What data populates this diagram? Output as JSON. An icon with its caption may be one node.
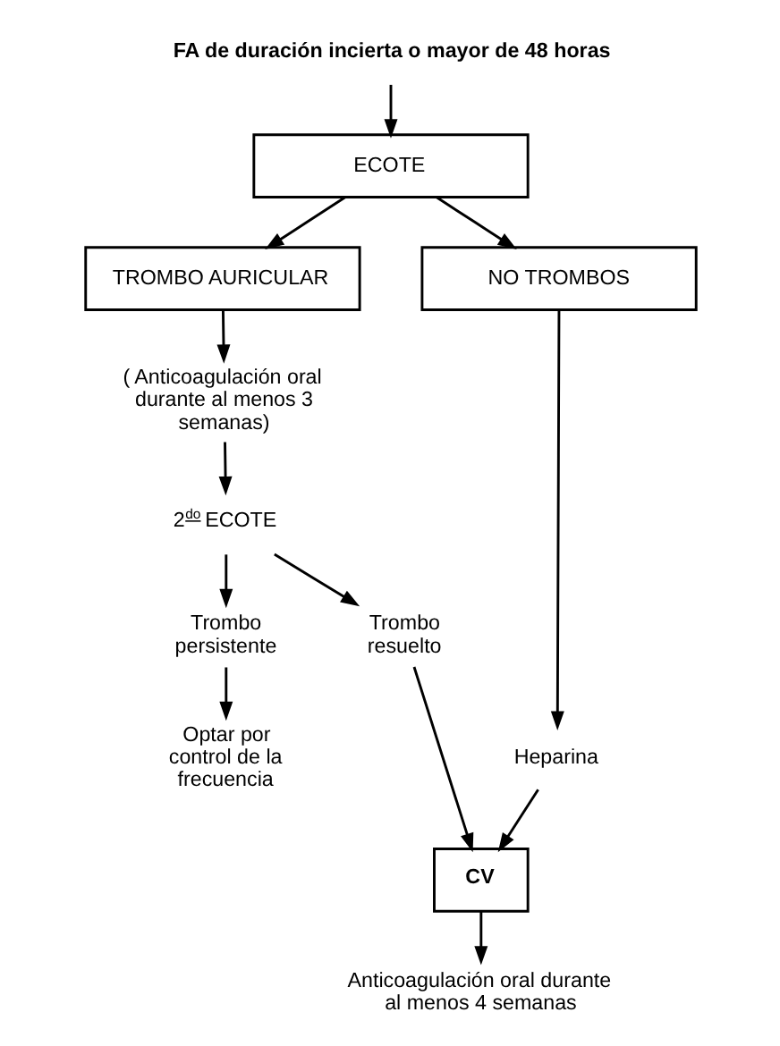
{
  "diagram": {
    "nodes": [
      {
        "text": [
          "FA de duración incierta o mayor de 48 horas"
        ]
      },
      {
        "text": [
          "ECOTE"
        ]
      },
      {
        "text": [
          "TROMBO AURICULAR"
        ]
      },
      {
        "text": [
          "NO TROMBOS"
        ]
      },
      {
        "text": [
          "( Anticoagulación oral durante al menos 3 semanas)"
        ]
      },
      {
        "text": [
          "2$^{do}$ ECOTE"
        ]
      },
      {
        "text": [
          "Trombo persistente"
        ]
      },
      {
        "text": [
          "Trombo resuelto"
        ]
      },
      {
        "text": [
          "Optar por control de la frecuencia"
        ]
      },
      {
        "text": [
          "Heparina"
        ]
      },
      {
        "text": [
          "CV"
        ]
      },
      {
        "text": [
          "Anticoagulación oral durante al menos 4 semanas"
        ]
      }
    ],
    "edges": [
      {
        "from": 0,
        "to": 1,
        "arrow": "to"
      },
      {
        "from": 1,
        "to": 2,
        "arrow": "to"
      },
      {
        "from": 1,
        "to": 3,
        "arrow": "to"
      },
      {
        "from": 2,
        "to": 4,
        "arrow": "to"
      },
      {
        "from": 4,
        "to": 5,
        "arrow": "to"
      },
      {
        "from": 5,
        "to": 6,
        "arrow": "to"
      },
      {
        "from": 5,
        "to": 7,
        "arrow": "to"
      },
      {
        "from": 6,
        "to": 8,
        "arrow": "to"
      },
      {
        "from": 7,
        "to": 10,
        "arrow": "to"
      },
      {
        "from": 3,
        "to": 9,
        "arrow": "to"
      },
      {
        "from": 9,
        "to": 10,
        "arrow": "to"
      },
      {
        "from": 10,
        "to": 11,
        "arrow": "to"
      }
    ]
  }
}
